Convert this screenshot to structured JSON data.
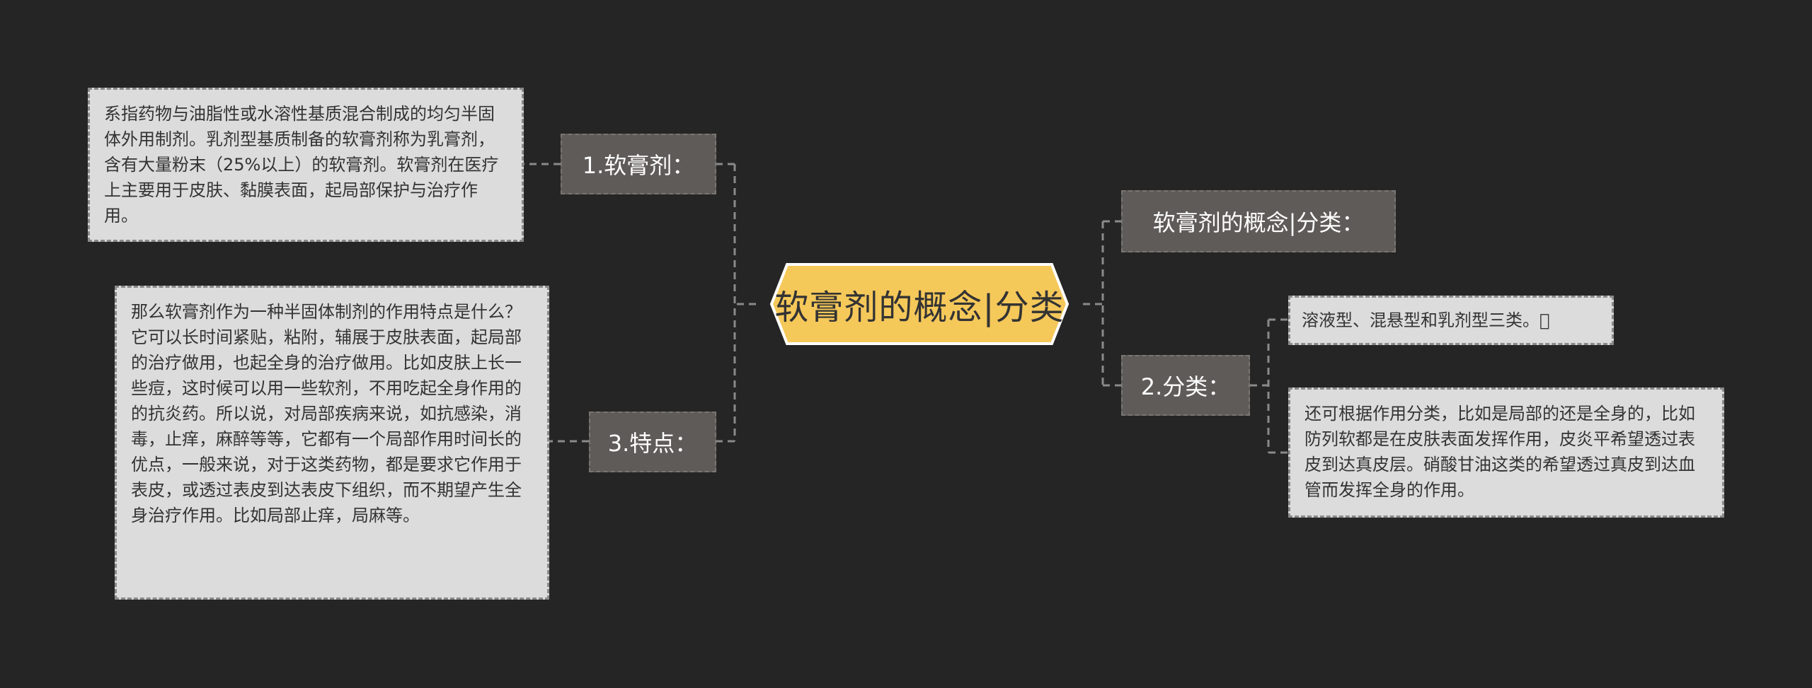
{
  "central": {
    "title": "软膏剂的概念|分类"
  },
  "branches": {
    "b1": {
      "label": "1.软膏剂："
    },
    "b3": {
      "label": "3.特点："
    },
    "b_concept": {
      "label": "软膏剂的概念|分类："
    },
    "b2": {
      "label": "2.分类："
    }
  },
  "leaves": {
    "l1": {
      "text": "系指药物与油脂性或水溶性基质混合制成的均匀半固体外用制剂。乳剂型基质制备的软膏剂称为乳膏剂，含有大量粉末（25%以上）的软膏剂。软膏剂在医疗上主要用于皮肤、黏膜表面，起局部保护与治疗作用。"
    },
    "l3": {
      "text": "那么软膏剂作为一种半固体制剂的作用特点是什么？它可以长时间紧贴，粘附，辅展于皮肤表面，起局部的治疗做用，也起全身的治疗做用。比如皮肤上长一些痘，这时候可以用一些软剂，不用吃起全身作用的的抗炎药。所以说，对局部疾病来说，如抗感染，消毒，止痒，麻醉等等，它都有一个局部作用时间长的优点，一般来说，对于这类药物，都是要求它作用于表皮，或透过表皮到达表皮下组织，而不期望产生全身治疗作用。比如局部止痒，局麻等。"
    },
    "l2a": {
      "text": "溶液型、混悬型和乳剂型三类。\u0000"
    },
    "l2b": {
      "text": "还可根据作用分类，比如是局部的还是全身的，比如防列软都是在皮肤表面发挥作用，皮炎平希望透过表皮到达真皮层。硝酸甘油这类的希望透过真皮到达血管而发挥全身的作用。"
    }
  },
  "colors": {
    "background": "#252525",
    "central_fill": "#f5c85a",
    "central_border": "#ffffff",
    "branch_fill": "#5f5b58",
    "leaf_fill": "#dcdcdc",
    "connector": "#8a8a8a"
  }
}
